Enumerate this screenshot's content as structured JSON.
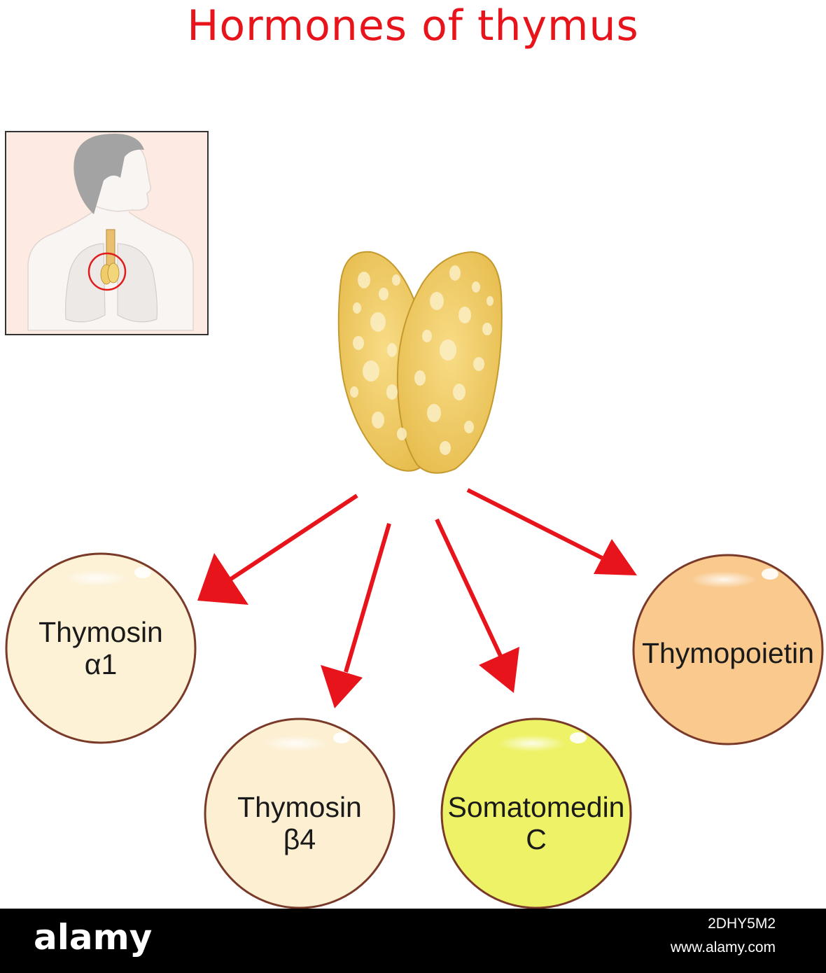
{
  "title": "Hormones of thymus",
  "hormones": [
    {
      "line1": "Thymosin",
      "line2": "α1",
      "color": "#fdf1d6"
    },
    {
      "line1": "Thymosin",
      "line2": "β4",
      "color": "#fcefd2"
    },
    {
      "line1": "Somatomedin",
      "line2": "C",
      "color": "#eef267"
    },
    {
      "line1": "Thymopoietin",
      "line2": "",
      "color": "#f9c98d"
    }
  ],
  "colors": {
    "title": "#e8141c",
    "arrow": "#e8141c",
    "thymus": "#f0cd6a",
    "circle_border": "#7a3a2a"
  },
  "watermark": {
    "brand": "alamy",
    "code": "2DHY5M2",
    "site": "www.alamy.com"
  }
}
